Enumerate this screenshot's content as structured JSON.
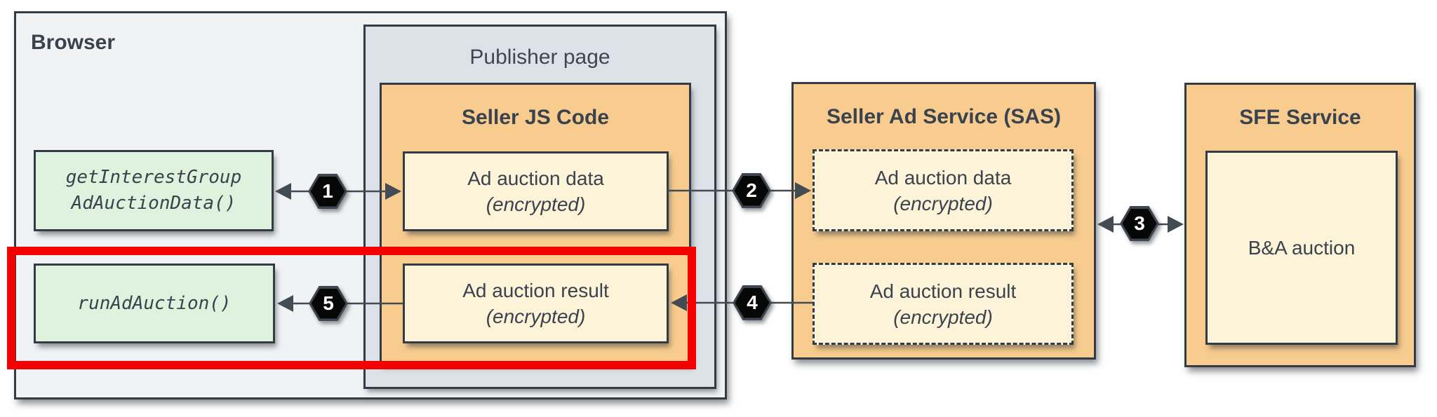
{
  "browser": {
    "label": "Browser"
  },
  "publisher_page": {
    "label": "Publisher page"
  },
  "browser_apis": {
    "get_interest_group": {
      "line1": "getInterestGroup",
      "line2": "AdAuctionData()"
    },
    "run_ad_auction": {
      "label": "runAdAuction()"
    }
  },
  "seller_js": {
    "title": "Seller JS Code",
    "ad_auction_data": {
      "line1": "Ad auction data",
      "line2": "(encrypted)"
    },
    "ad_auction_result": {
      "line1": "Ad auction result",
      "line2": "(encrypted)"
    }
  },
  "seller_ad_service": {
    "title": "Seller Ad Service (SAS)",
    "ad_auction_data": {
      "line1": "Ad auction data",
      "line2": "(encrypted)"
    },
    "ad_auction_result": {
      "line1": "Ad auction result",
      "line2": "(encrypted)"
    }
  },
  "sfe_service": {
    "title": "SFE Service",
    "ba_auction": {
      "label": "B&A auction"
    }
  },
  "steps": {
    "s1": "1",
    "s2": "2",
    "s3": "3",
    "s4": "4",
    "s5": "5"
  },
  "colors": {
    "browser_fill": "#f0f2f4",
    "publisher_fill": "#dde2e8",
    "service_fill": "#f8cc8e",
    "data_fill": "#fdf3d9",
    "api_fill": "#def2de",
    "border": "#333b43",
    "text": "#3a434d",
    "highlight_red": "#f40000",
    "badge_fill": "#070707",
    "badge_text": "#ffffff"
  }
}
